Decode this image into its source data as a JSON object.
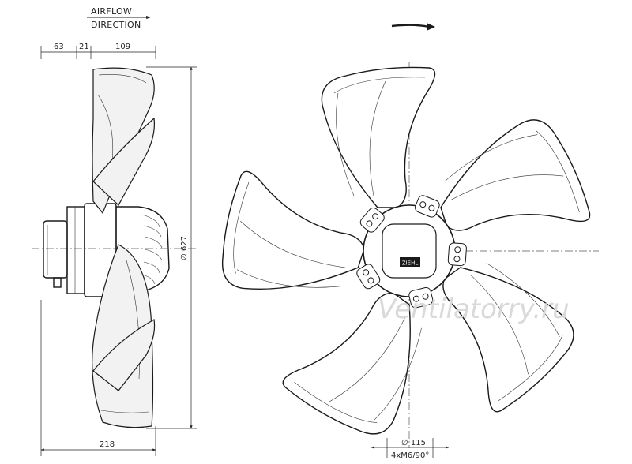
{
  "airflow": {
    "line1": "AIRFLOW",
    "line2": "DIRECTION"
  },
  "dimensions": {
    "top_a": "63",
    "top_b": "21",
    "top_c": "109",
    "bottom_width": "218",
    "diameter": "∅ 627",
    "hub_diameter": "∅ 115",
    "mount": "4xM6/90°"
  },
  "watermark": "Ventilatorry.ru",
  "nameplate": "ZIEHL",
  "colors": {
    "line": "#1a1a1a",
    "shade": "#f2f2f2",
    "watermark": "#d9d9d9"
  }
}
